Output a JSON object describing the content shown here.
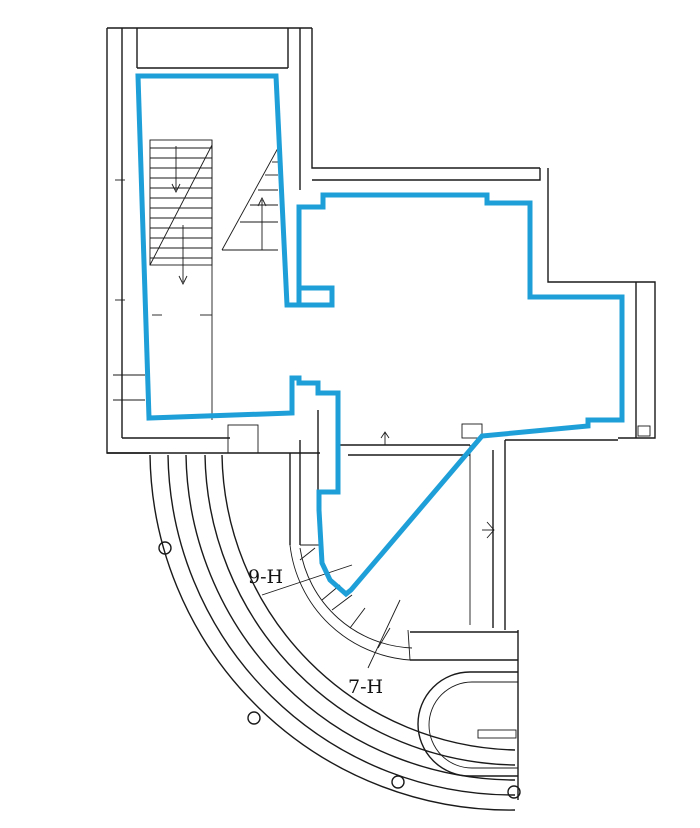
{
  "plan": {
    "highlight_color": "#1E9FD8",
    "line_color": "#1A1A1A",
    "background": "#FFFFFF",
    "room_labels": [
      {
        "id": "room-9h",
        "text": "9-H"
      },
      {
        "id": "room-7h",
        "text": "7-H"
      }
    ]
  }
}
